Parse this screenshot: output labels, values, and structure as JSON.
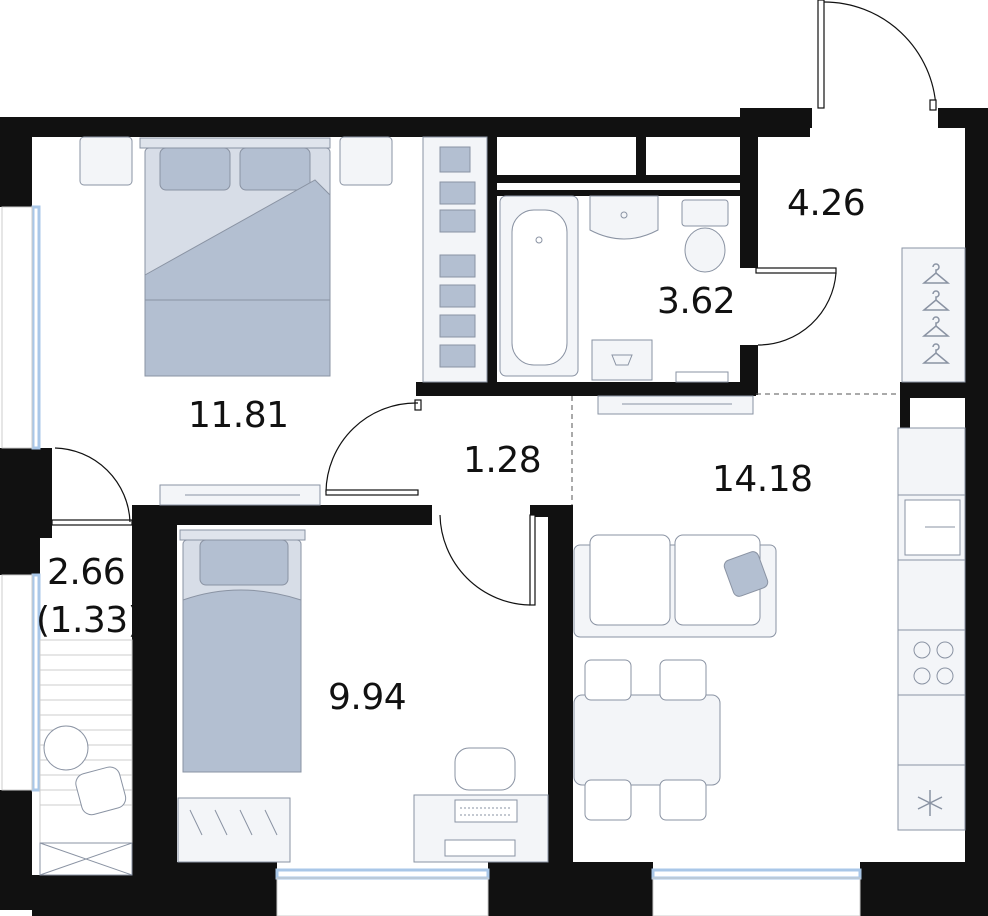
{
  "rooms": [
    {
      "id": "bedroom",
      "area": "11.81"
    },
    {
      "id": "bathroom",
      "area": "3.62"
    },
    {
      "id": "entrance-hall",
      "area": "4.26"
    },
    {
      "id": "corridor",
      "area": "1.28"
    },
    {
      "id": "kitchen-living",
      "area": "14.18"
    },
    {
      "id": "second-bedroom",
      "area": "9.94"
    },
    {
      "id": "balcony",
      "area": "2.66",
      "area_reduced": "(1.33)"
    }
  ],
  "colors": {
    "wall": "#111111",
    "furniture_fill": "#b3bfd1",
    "furniture_dark": "#9aa9c0",
    "furniture_line": "#8a93a3",
    "light_fill": "#f3f5f8",
    "window": "#a9c7e8"
  },
  "icons": [
    "bed-icon",
    "bathtub-icon",
    "sink-icon",
    "toilet-icon",
    "washing-machine-icon",
    "wardrobe-icon",
    "sofa-icon",
    "dining-table-icon",
    "kitchen-sink-icon",
    "stove-icon",
    "fridge-icon",
    "desk-icon",
    "chair-icon",
    "keyboard-icon",
    "hanger-icon"
  ]
}
